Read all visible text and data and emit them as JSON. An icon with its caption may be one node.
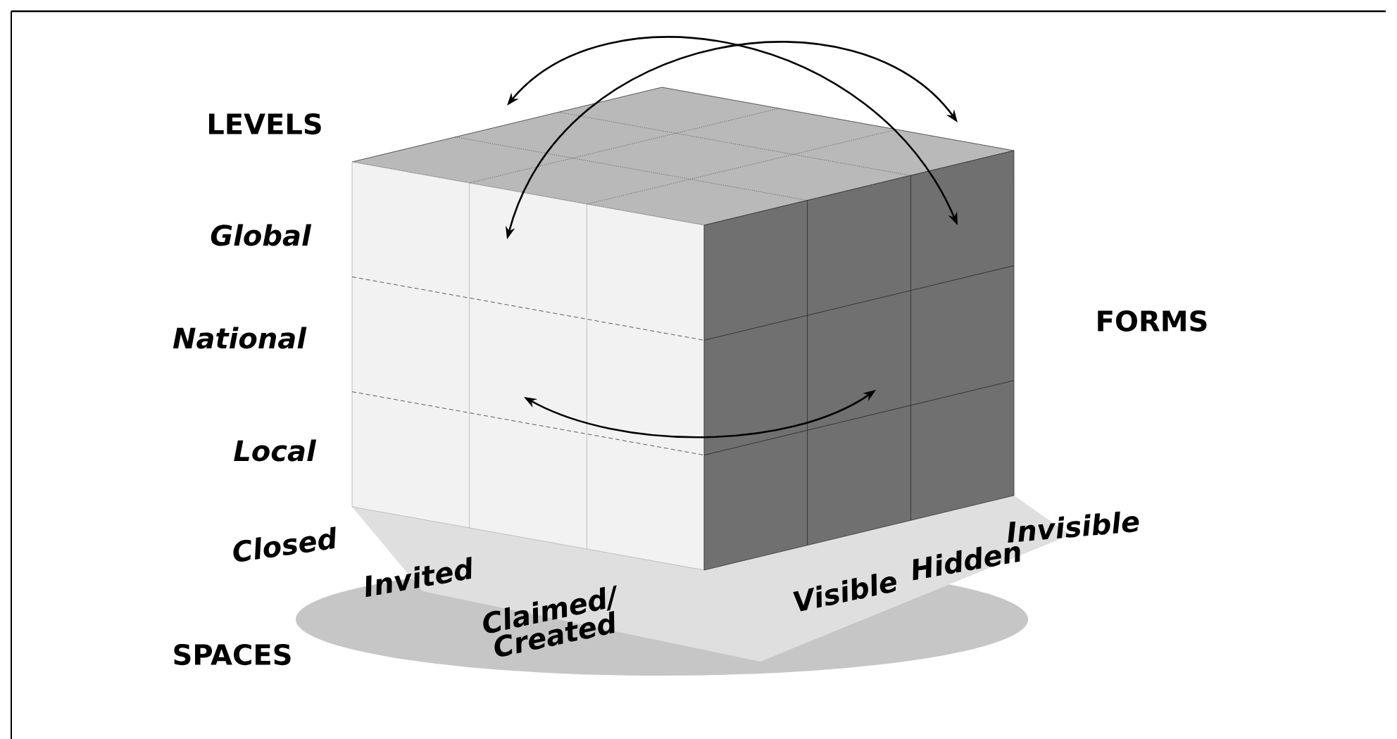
{
  "diagram": {
    "labels": [
      "LEVELS",
      "Global",
      "National",
      "Local",
      "FORMS",
      "Closed",
      "Invited",
      "Claimed/ Created",
      "SPACES",
      "Visible",
      "Hidden",
      "Invisible"
    ]
  }
}
